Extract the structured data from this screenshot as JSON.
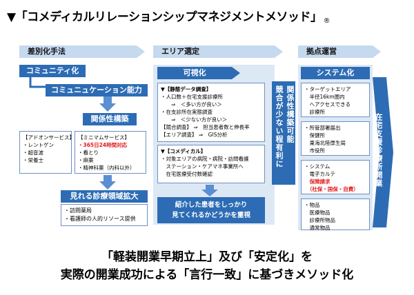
{
  "title": {
    "text": "▼「コメディカルリレーションシップマネジメントメソッド」",
    "mark": "®"
  },
  "headers": {
    "col1": "差別化手法",
    "col2": "エリア選定",
    "col3": "拠点運営"
  },
  "col1": {
    "community": "コミュニティ化",
    "communication": "コミュニュケーション能力",
    "relationship": "関係性構築",
    "advan_title": "【アドオンサービス】",
    "advan_items": [
      "・レントゲン",
      "・超音波",
      "・栄養士"
    ],
    "minimum_title": "【ミニマムサービス】",
    "minimum_red": "・365日24時間対応",
    "minimum_items": [
      "・看とり",
      "・麻薬",
      "・精神科薬（内科以外）"
    ],
    "visible_scope": "見れる診療領域拡大",
    "visit_title": "・訪問薬局",
    "visit_item": "・看護師の人的リソース提供"
  },
  "col2": {
    "visualize": "可視化",
    "static_title": "▼【静態データ調査】",
    "static_lines": [
      "・人口数＋在宅支援診療所",
      "　　⇒　＜多い方が良い＞",
      "・在支診所在実態調査",
      "　　⇒　＜少ない方が良い＞",
      "【競合調査】 ⇒　担当患者数と伸長率",
      "【エリア調査】 ⇒　GIS分析"
    ],
    "comedical_title": "▼【コメディカル】",
    "comedical_lines": [
      "・対象エリアの病院・病院・訪問看護",
      "　ステーション・ケアマネ事業所へ",
      "　在宅医療受付数確認"
    ],
    "result": "紹介した患者をしっかり\n見てくれるかどうかを重視",
    "vert_left": "競合が少ない程有利に",
    "vert_right": "関係性構築可能"
  },
  "col3": {
    "systemize": "システム化",
    "target_lines": [
      "・ターゲットエリア",
      "　半径16km圏内",
      "　へアクセスできる",
      "　診療所"
    ],
    "office_lines": [
      "・所管部署届出",
      "　保健所",
      "　東海北陸厚生局",
      "　市役所"
    ],
    "system_title": "・システム",
    "system_lines": [
      "　電子カルテ"
    ],
    "system_red1": "　保険請求",
    "system_red2": "　（社保・国保・自費）",
    "goods_lines": [
      "・物品",
      "　医療物品",
      "　診療所物品",
      "　通常物品"
    ],
    "arrow_label": "在宅支援診療所開業"
  },
  "bottom": {
    "line1": "「軽装開業早期立上」及び「安定化」を",
    "line2": "実際の開業成功による「言行一致」に基づきメソッド化"
  },
  "colors": {
    "blue": "#2d6cb5",
    "light": "#dde8f5",
    "header": "#c5d9ef",
    "red": "#e41b1b"
  }
}
